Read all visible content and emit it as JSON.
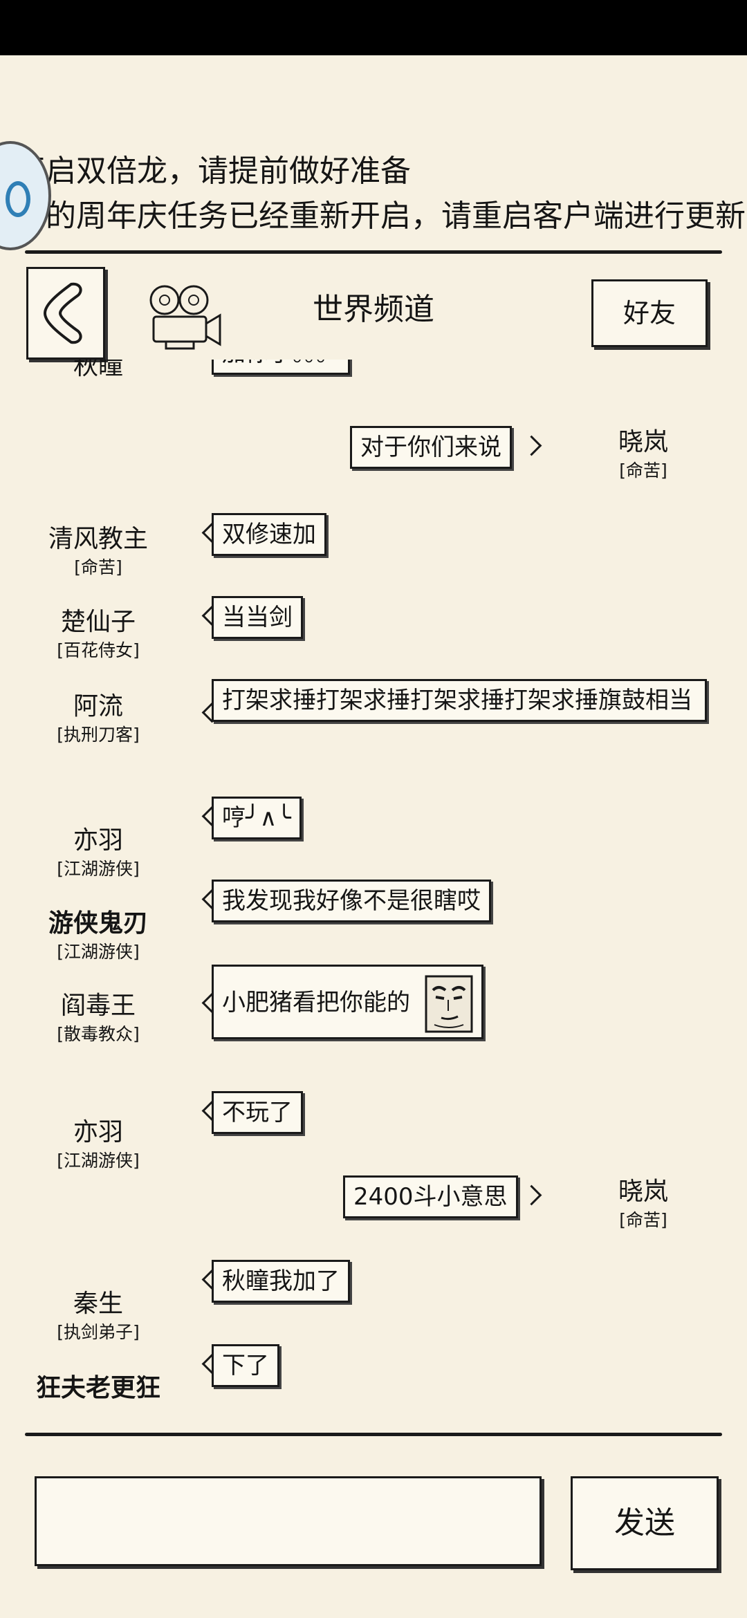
{
  "notices": [
    "天开启双倍龙，请提前做好准备",
    "时间的周年庆任务已经重新开启，请重启客户端进行更新"
  ],
  "header": {
    "title": "世界频道",
    "friends_label": "好友"
  },
  "messages": [
    {
      "name": "秋瞳",
      "title": "",
      "text": "加你了。。。",
      "side": "left"
    },
    {
      "name": "晓岚",
      "title": "[命苦]",
      "text": "对于你们来说",
      "side": "right"
    },
    {
      "name": "清风教主",
      "title": "[命苦]",
      "text": "双修速加",
      "side": "left"
    },
    {
      "name": "楚仙子",
      "title": "[百花侍女]",
      "text": "当当剑",
      "side": "left"
    },
    {
      "name": "阿流",
      "title": "[执刑刀客]",
      "text": "打架求捶打架求捶打架求捶打架求捶旗鼓相当",
      "side": "left"
    },
    {
      "name": "亦羽",
      "title": "[江湖游侠]",
      "text": "哼╯∧╰",
      "side": "left"
    },
    {
      "name": "游侠鬼刃",
      "title": "[江湖游侠]",
      "text": "我发现我好像不是很瞎哎",
      "side": "left"
    },
    {
      "name": "阎毒王",
      "title": "[散毒教众]",
      "text": "小肥猪看把你能的",
      "side": "left"
    },
    {
      "name": "亦羽",
      "title": "[江湖游侠]",
      "text": "不玩了",
      "side": "left"
    },
    {
      "name": "晓岚",
      "title": "[命苦]",
      "text": "2400斗小意思",
      "side": "right"
    },
    {
      "name": "秦生",
      "title": "[执剑弟子]",
      "text": "秋瞳我加了",
      "side": "left"
    },
    {
      "name": "狂夫老更狂",
      "title": "",
      "text": "下了",
      "side": "left"
    }
  ],
  "composer": {
    "input_value": "",
    "send_label": "发送"
  },
  "icons": {
    "back": "back-chevron-icon",
    "camera": "movie-camera-icon",
    "speaker": "speaker-badge-icon",
    "face": "face-emoji-icon"
  }
}
